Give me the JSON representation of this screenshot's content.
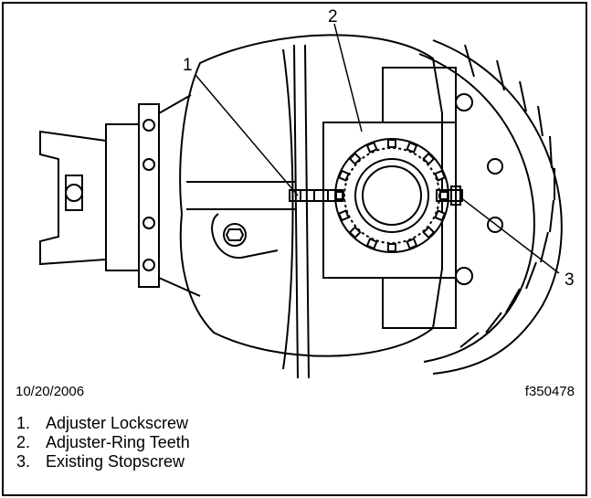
{
  "figure": {
    "date": "10/20/2006",
    "figure_id": "f350478",
    "callouts": [
      "1",
      "2",
      "3"
    ],
    "legend": [
      {
        "num": "1.",
        "label": "Adjuster Lockscrew"
      },
      {
        "num": "2.",
        "label": "Adjuster-Ring Teeth"
      },
      {
        "num": "3.",
        "label": "Existing Stopscrew"
      }
    ]
  },
  "colors": {
    "line": "#000000",
    "background": "#ffffff"
  }
}
